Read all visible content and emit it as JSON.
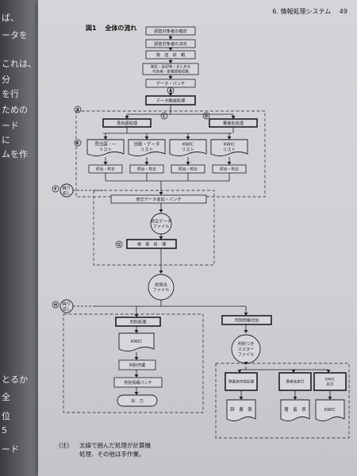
{
  "running_header": "6. 情報処理システム　 49",
  "figure": {
    "number": "図1",
    "title": "全体の流れ"
  },
  "left_fragments": [
    "ば、",
    "ータを",
    "これは、",
    "分",
    "を行",
    "ための",
    "ード",
    "に",
    "ムを作",
    "とるか",
    "全",
    "位",
    "5",
    "ード"
  ],
  "top_steps": [
    "調査対象者の確定",
    "調査対象者の決定",
    "発　送　依　頼",
    "発生・返却等・まとめる\n代表者・各種情報収集",
    "データ・パンチ",
    "データ編成処理"
  ],
  "markers": [
    "A",
    "B",
    "C",
    "D",
    "E",
    "F",
    "G",
    "H"
  ],
  "branch_left": "見出語処理",
  "branch_right": "著者名処理",
  "lists": [
    {
      "title": "見出語・一\nリスト",
      "check": "照合・校正"
    },
    {
      "title": "出版・データ\nリスト",
      "check": "照合・校正"
    },
    {
      "title": "KWIC\nリスト",
      "check": "照合・校正"
    },
    {
      "title": "KWIC\nリスト",
      "check": "照合・校正"
    }
  ],
  "revision_left": "繰り\n返し",
  "revision_card": "修正データ追加・パンチ",
  "revision_file": "修正データ\nファイル",
  "update_step": "検　索　処　理",
  "master_file": "総見出\nファイル",
  "revision_left2": "繰り\n返し",
  "select_step": "判別処理",
  "kwic_doc": "KWIC",
  "select_work": "判別作業",
  "select_punch": "判別情報パンチ",
  "output_terminal": "出　力",
  "dict_step": "判別情報付加",
  "dict_file": "判別つき\nマスター\nファイル",
  "final_boxes": [
    "辞書表作成処理",
    "著者名索引",
    "KWIC\n出力"
  ],
  "final_docs": [
    "辞　書　表",
    "著　者　表",
    "KWIC"
  ],
  "note_tag": "(注)",
  "note_text": "太線で囲んだ処理が計算機\n処理、その他は手作業。"
}
